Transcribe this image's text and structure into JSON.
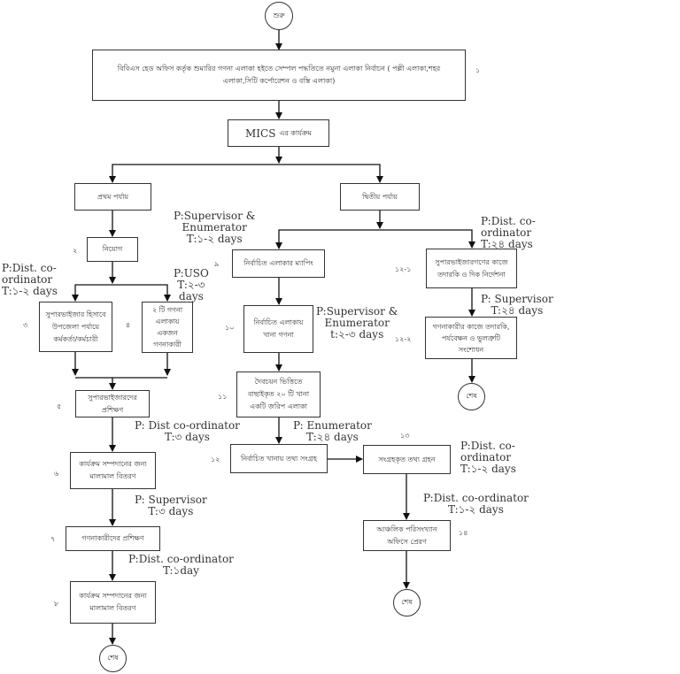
{
  "nodes": {
    "start": "শুরু",
    "n1": "বিবিএস হেড অফিস কর্তৃক শুমারির গণনা এলাকা হইতে সেম্পল পদ্ধতিতে নমুনা এলাকা নির্বাচন ( পল্লী এলাকা,শহর এলাকা,সিটি কর্পোরেশন ও বস্তি এলাকা)",
    "mics_main": "MICS",
    "mics_sub": "এর কার্যক্রম",
    "phase1": "প্রথম পর্যায়",
    "phase2": "দ্বিতীয় পর্যায়",
    "n2": "নিয়োগ",
    "n3": "সুপারভাইজার হিসাবে উপজেলা পর্যায়ে কর্মকর্তা/কর্মচারী",
    "n4": "২ টি গণনা এলাকায় একজন গণনাকারী",
    "n5": "সুপারভাইজারদের প্রশিক্ষণ",
    "n6": "কার্যক্রম সম্পদানের জন্য মালামাল বিতরণ",
    "n7": "গণনাকারীদের প্রশিক্ষণ",
    "n8": "কার্যক্রম সম্পদানের জন্য মালামাল বিতরণ",
    "end1": "শেষ",
    "n9": "নির্বাচিত এলাকার ম্যাপিং",
    "n10": "নির্বাচিত এলাকায় খানা গণনা",
    "n11": "দৈবচয়ন ভিত্তিতে বাছাইকৃত ২০ টি খানা একটি জরিপ এলাকা",
    "n12": "নির্বাচিত খানায় তথ্য সংগ্রহ",
    "n13": "সংগ্রহকৃত তথ্য গ্রহন",
    "n14": "আঞ্চলিক পরিসংখ্যান অফিসে প্রেরণ",
    "end2": "শেষ",
    "n12_1": "সুপারভাইজারগণের কাজে তদারকি ও দিক নির্দেশনা",
    "n12_2": "গণনাকারীর কাজে তদারকি, পর্যবেক্ষন ও ভুলত্রুটি সংশোধন",
    "end3": "শেষ"
  },
  "step_numbers": {
    "s1": "১",
    "s2": "২",
    "s3": "৩",
    "s4": "৪",
    "s5": "৫",
    "s6": "৬",
    "s7": "৭",
    "s8": "৮",
    "s9": "৯",
    "s10": "১০",
    "s11": "১১",
    "s12": "১২",
    "s13": "১৩",
    "s14": "১৪",
    "s12_1": "১২-১",
    "s12_2": "১২-২"
  },
  "annotations": {
    "a_sup_enum_1": "P:Supervisor &\nEnumerator\nT:১-২ days",
    "a_dist_1": "P:Dist. co-\nordinator\nT:১-২ days",
    "a_uso": "P:USO\nT:২-৩\ndays",
    "a_dist_3": "P: Dist co-ordinator\nT:৩ days",
    "a_sup_3": "P: Supervisor\nT:৩ days",
    "a_dist_1day": "P:Dist. co-ordinator\nT:১day",
    "a_sup_enum_2": "P:Supervisor &\nEnumerator\nt:২-৩ days",
    "a_enum_28": "P: Enumerator\nT:২৪ days",
    "a_dist_28": "P:Dist. co-\nordinator\nT:২৪ days",
    "a_sup_28": "P: Supervisor\nT:২৪ days",
    "a_dist_13": "P:Dist. co-\nordinator\nT:১-২ days",
    "a_dist_14": "P:Dist. co-ordinator\nT:১-২ days"
  }
}
